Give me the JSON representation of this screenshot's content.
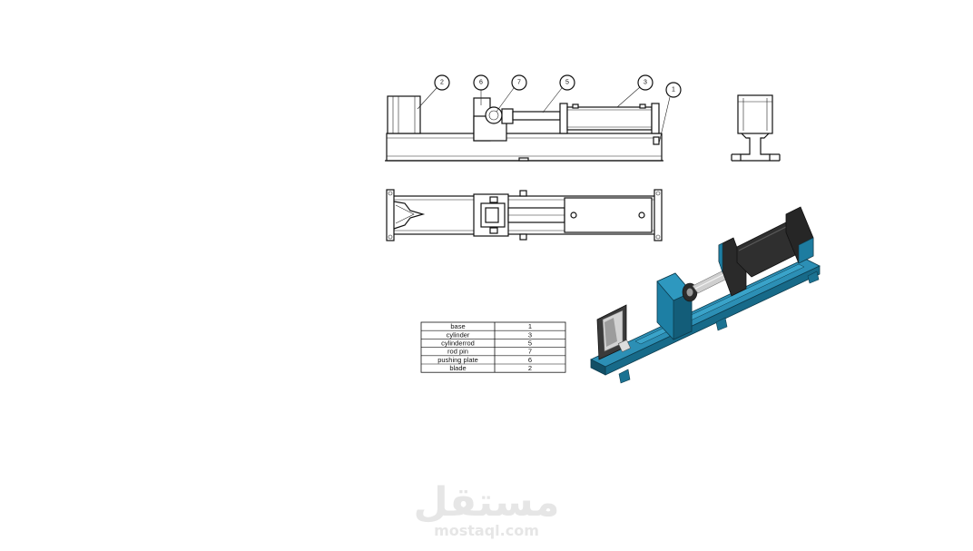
{
  "balloons": [
    {
      "id": "b2",
      "label": "2"
    },
    {
      "id": "b6",
      "label": "6"
    },
    {
      "id": "b7",
      "label": "7"
    },
    {
      "id": "b5",
      "label": "5"
    },
    {
      "id": "b3",
      "label": "3"
    },
    {
      "id": "b1",
      "label": "1"
    }
  ],
  "bom": {
    "rows": [
      {
        "part": "base",
        "no": "1"
      },
      {
        "part": "cylinder",
        "no": "3"
      },
      {
        "part": "cylinderrod",
        "no": "5"
      },
      {
        "part": "rod pin",
        "no": "7"
      },
      {
        "part": "pushing plate",
        "no": "6"
      },
      {
        "part": "blade",
        "no": "2"
      }
    ]
  },
  "colors": {
    "line": "#111111",
    "render_base": "#1f7fa3",
    "render_base_dark": "#145a74",
    "render_cylinder": "#2a2a2a",
    "render_rod": "#c8c8c8",
    "watermark": "#e6e6e6"
  },
  "watermark": {
    "arabic": "مستقل",
    "latin": "mostaql.com"
  }
}
